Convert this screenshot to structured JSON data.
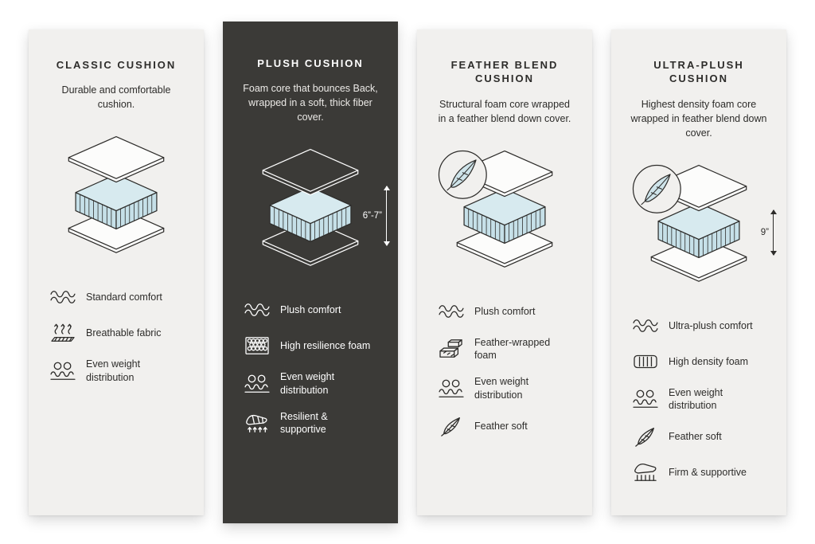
{
  "colors": {
    "page_background": "#ffffff",
    "light_card_background": "#f1f0ee",
    "dark_card_background": "#3b3a37",
    "ink": "#2d2c2a",
    "foam_blue": "#cfe4ea"
  },
  "cards": [
    {
      "id": "classic",
      "theme": "light",
      "title": "CLASSIC CUSHION",
      "description": "Durable and comfortable cushion.",
      "feather_badge": false,
      "height_label": "",
      "features": [
        {
          "icon": "wave-icon",
          "label": "Standard comfort"
        },
        {
          "icon": "breathable-icon",
          "label": "Breathable fabric"
        },
        {
          "icon": "even-weight-icon",
          "label": "Even weight distribution"
        }
      ]
    },
    {
      "id": "plush",
      "theme": "dark",
      "title": "PLUSH CUSHION",
      "description": "Foam core that bounces Back, wrapped in a soft, thick fiber cover.",
      "feather_badge": false,
      "height_label": "6”-7”",
      "features": [
        {
          "icon": "wave-icon",
          "label": "Plush comfort"
        },
        {
          "icon": "foam-honeycomb-icon",
          "label": "High resilience foam"
        },
        {
          "icon": "even-weight-icon",
          "label": "Even weight distribution"
        },
        {
          "icon": "resilient-icon",
          "label": "Resilient & supportive"
        }
      ]
    },
    {
      "id": "feather-blend",
      "theme": "light",
      "title": "FEATHER BLEND CUSHION",
      "description": "Structural foam core wrapped in a feather blend down cover.",
      "feather_badge": true,
      "height_label": "",
      "features": [
        {
          "icon": "wave-icon",
          "label": "Plush comfort"
        },
        {
          "icon": "feather-foam-icon",
          "label": "Feather-wrapped foam"
        },
        {
          "icon": "even-weight-icon",
          "label": "Even weight distribution"
        },
        {
          "icon": "feather-icon",
          "label": "Feather soft"
        }
      ]
    },
    {
      "id": "ultra-plush",
      "theme": "light",
      "title": "ULTRA-PLUSH CUSHION",
      "description": "Highest density foam core wrapped in feather blend down cover.",
      "feather_badge": true,
      "height_label": "9”",
      "features": [
        {
          "icon": "wave-icon",
          "label": "Ultra-plush comfort"
        },
        {
          "icon": "high-density-foam-icon",
          "label": "High density foam"
        },
        {
          "icon": "even-weight-icon",
          "label": "Even weight distribution"
        },
        {
          "icon": "feather-icon",
          "label": "Feather soft"
        },
        {
          "icon": "firm-icon",
          "label": "Firm & supportive"
        }
      ]
    }
  ]
}
